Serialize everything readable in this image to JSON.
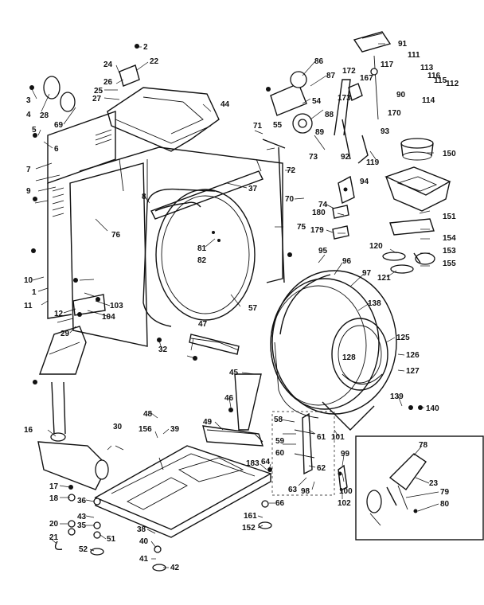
{
  "diagram": {
    "part_numbers": [
      "2",
      "22",
      "24",
      "25",
      "26",
      "27",
      "3",
      "4",
      "28",
      "69",
      "5",
      "6",
      "7",
      "8",
      "9",
      "10",
      "11",
      "1",
      "12",
      "29",
      "16",
      "17",
      "18",
      "20",
      "21",
      "30",
      "36",
      "43",
      "35",
      "38",
      "40",
      "41",
      "42",
      "51",
      "52",
      "48",
      "39",
      "156",
      "32",
      "37",
      "44",
      "47",
      "45",
      "46",
      "49",
      "55",
      "54",
      "86",
      "87",
      "88",
      "89",
      "71",
      "72",
      "73",
      "70",
      "74",
      "75",
      "76",
      "81",
      "82",
      "57",
      "91",
      "111",
      "112",
      "113",
      "114",
      "115",
      "116",
      "117",
      "167",
      "170",
      "172",
      "173",
      "90",
      "92",
      "93",
      "94",
      "119",
      "150",
      "151",
      "153",
      "154",
      "155",
      "120",
      "121",
      "179",
      "180",
      "95",
      "96",
      "97",
      "138",
      "125",
      "126",
      "127",
      "128",
      "139",
      "140",
      "58",
      "59",
      "60",
      "61",
      "62",
      "63",
      "98",
      "99",
      "100",
      "101",
      "102",
      "64",
      "66",
      "183",
      "161",
      "152",
      "103",
      "104",
      "78",
      "23",
      "79",
      "80"
    ]
  }
}
